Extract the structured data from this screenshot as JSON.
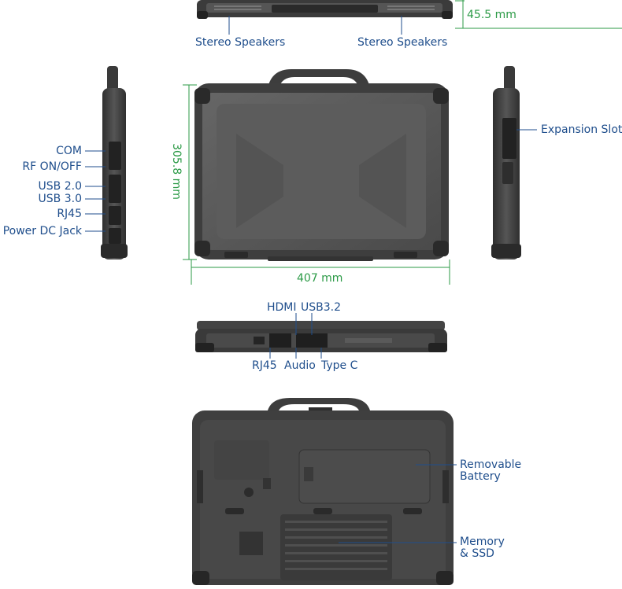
{
  "colors": {
    "label": "#1f4e8c",
    "dimension": "#2b9a46",
    "leader": "#1f4e8c",
    "dim_line": "#2b9a46"
  },
  "top_view": {
    "dimension": "45.5 mm",
    "labels": [
      "Stereo Speakers",
      "Stereo Speakers"
    ]
  },
  "left_view": {
    "labels": [
      "COM",
      "RF ON/OFF",
      "USB 2.0",
      "USB 3.0",
      "RJ45",
      "Power DC Jack"
    ]
  },
  "front_view": {
    "height_dimension": "305.8 mm",
    "width_dimension": "407 mm"
  },
  "right_view": {
    "labels": [
      "Expansion Slot"
    ]
  },
  "rear_view": {
    "labels_top": [
      "HDMI",
      "USB3.2"
    ],
    "labels_bottom": [
      "RJ45",
      "Audio",
      "Type C"
    ]
  },
  "bottom_view": {
    "labels": [
      "Removable",
      "Battery",
      "Memory",
      "& SSD"
    ]
  }
}
